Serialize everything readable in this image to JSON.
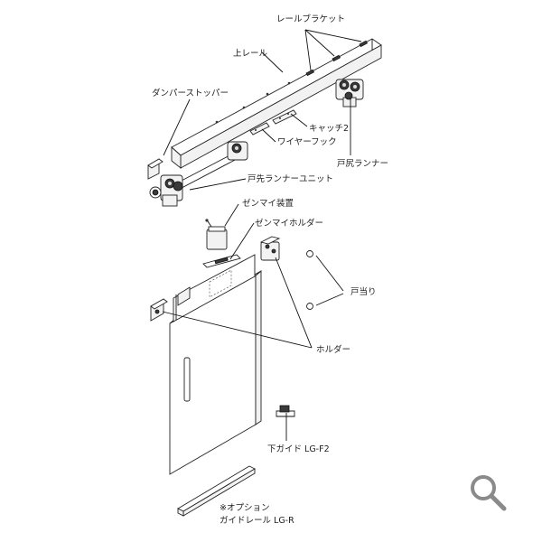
{
  "labels": {
    "rail_bracket": "レールブラケット",
    "upper_rail": "上レール",
    "damper_stopper": "ダンパーストッパー",
    "catch2": "キャッチ2",
    "wire_hook": "ワイヤーフック",
    "tail_runner": "戸尻ランナー",
    "front_runner_unit": "戸先ランナーユニット",
    "spring_device": "ゼンマイ装置",
    "spring_holder": "ゼンマイホルダー",
    "door_stop": "戸当り",
    "holder": "ホルダー",
    "lower_guide": "下ガイド LG-F2",
    "option_note": "※オプション",
    "guide_rail": "ガイドレール LG-R"
  },
  "icons": {
    "zoom": "search-icon"
  },
  "colors": {
    "line": "#111111",
    "part_fill": "#f2f2f2",
    "icon": "#8a8a8a"
  }
}
